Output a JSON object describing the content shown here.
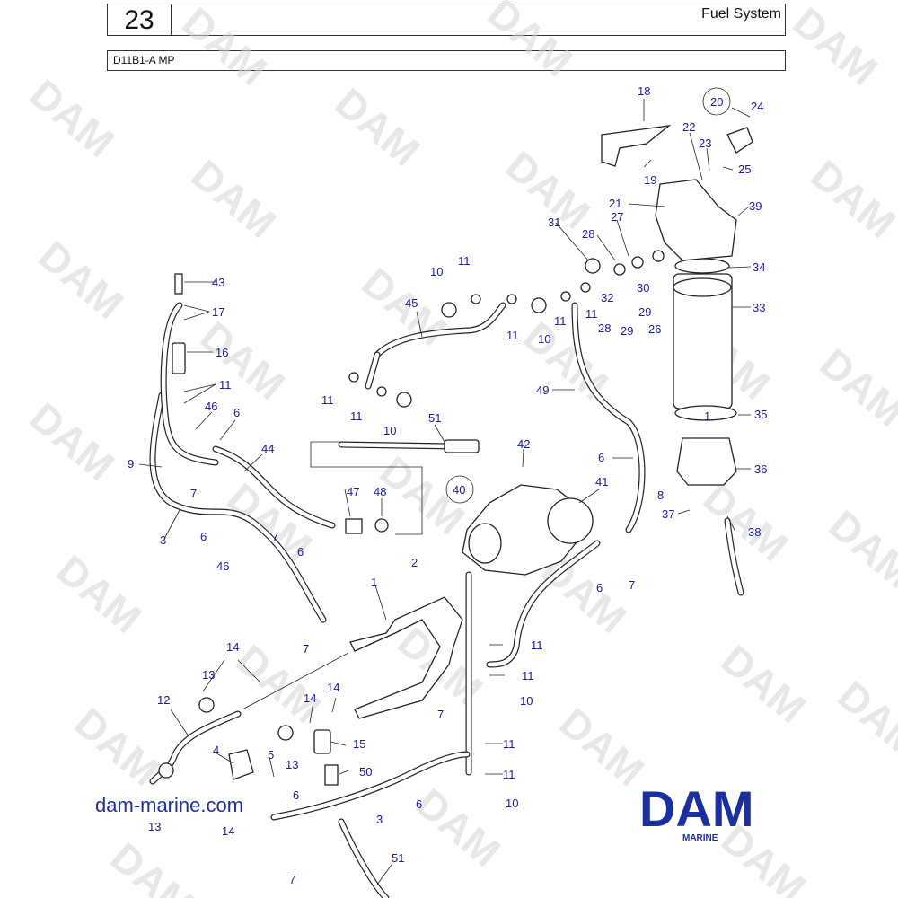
{
  "header": {
    "page_number": "23",
    "section_title": "Fuel System",
    "model_code": "D11B1-A MP"
  },
  "watermark_text": "DAM",
  "callouts": [
    "1",
    "2",
    "3",
    "4",
    "5",
    "6",
    "7",
    "8",
    "9",
    "10",
    "11",
    "12",
    "13",
    "14",
    "15",
    "16",
    "17",
    "18",
    "19",
    "20",
    "21",
    "22",
    "23",
    "24",
    "25",
    "26",
    "27",
    "28",
    "29",
    "30",
    "31",
    "32",
    "33",
    "34",
    "35",
    "36",
    "37",
    "38",
    "39",
    "40",
    "41",
    "42",
    "43",
    "44",
    "45",
    "46",
    "47",
    "48",
    "49",
    "50",
    "51"
  ],
  "footer": {
    "site_link": "dam-marine.com",
    "brand_name": "DAM",
    "brand_sub": "MARINE"
  },
  "colors": {
    "callout": "#1a1a9a",
    "brand": "#1c2fa0",
    "line": "#222222",
    "watermark": "#d6d6d6"
  }
}
